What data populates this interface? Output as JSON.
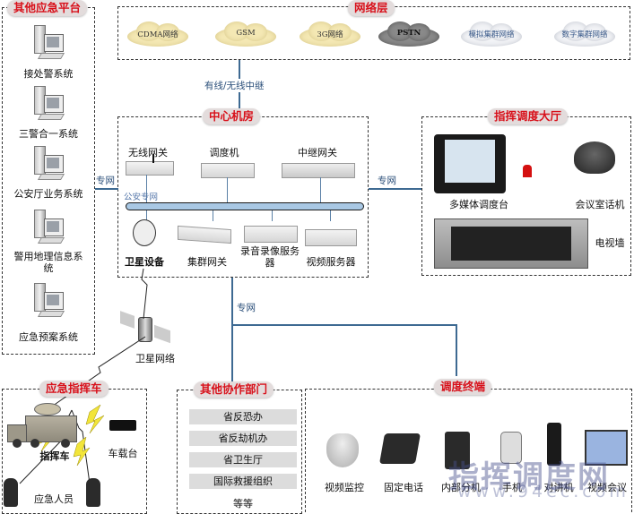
{
  "groups": {
    "other_platforms": {
      "title": "其他应急平台",
      "items": [
        "接处警系统",
        "三警合一系统",
        "公安厅业务系统",
        "警用地理信息系统",
        "应急预案系统"
      ]
    },
    "network_layer": {
      "title": "网络层",
      "clouds": [
        "CDMA网络",
        "GSM",
        "3G网络",
        "PSTN",
        "模拟集群网络",
        "数字集群网络"
      ]
    },
    "center": {
      "title": "中心机房",
      "top_devices": [
        "无线网关",
        "调度机",
        "中继网关"
      ],
      "bus_label": "公安专网",
      "bottom_devices": [
        "卫星设备",
        "集群网关",
        "录音录像服务器",
        "视频服务器"
      ]
    },
    "command_hall": {
      "title": "指挥调度大厅",
      "items": [
        "多媒体调度台",
        "会议室话机",
        "电视墙"
      ]
    },
    "command_vehicle": {
      "title": "应急指挥车",
      "items": [
        "指挥车",
        "车载台",
        "应急人员"
      ]
    },
    "other_departments": {
      "title": "其他协作部门",
      "items": [
        "省反恐办",
        "省反劫机办",
        "省卫生厅",
        "国际救援组织",
        "等等"
      ]
    },
    "terminals": {
      "title": "调度终端",
      "items": [
        "视频监控",
        "固定电话",
        "内部分机",
        "手机",
        "对讲机",
        "视频会议"
      ]
    }
  },
  "links": {
    "relay": "有线/无线中继",
    "private_left": "专网",
    "private_right": "专网",
    "private_down": "专网",
    "satellite": "卫星网络"
  },
  "watermark": {
    "title": "指挥调度网",
    "url": "www.94ec.com"
  },
  "colors": {
    "title_red": "#d8101a",
    "line_blue": "#3e6a92",
    "bus_fill": "#a9c8e4"
  }
}
